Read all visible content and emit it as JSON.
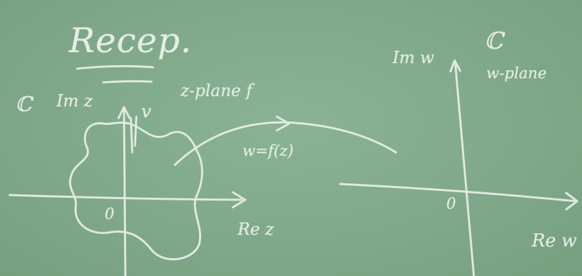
{
  "board": {
    "title": "Recep.",
    "left_plane": {
      "complex_symbol": "ℂ",
      "imag_axis": "Im z",
      "plane_label": "z-plane f",
      "region_label": "v",
      "origin": "0",
      "real_axis": "Re z"
    },
    "mapping_label": "w=f(z)",
    "right_plane": {
      "complex_symbol": "ℂ",
      "imag_axis": "Im w",
      "plane_label": "w-plane",
      "origin": "0",
      "real_axis": "Re w"
    }
  },
  "colors": {
    "chalkboard": "#7fa98a",
    "chalk": "#eef3ec"
  }
}
